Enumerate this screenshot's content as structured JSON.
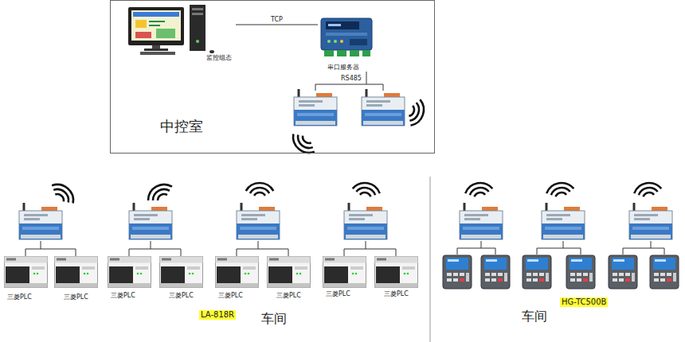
{
  "diagram": {
    "nodes": [
      {
        "text": [
          "中控室"
        ]
      },
      {
        "text": [
          "监控组态"
        ],
        "in": 0
      },
      {
        "text": [
          "串口服务器"
        ],
        "in": 0
      },
      {
        "text": [
          "三菱PLC"
        ]
      },
      {
        "text": [
          "三菱PLC"
        ]
      },
      {
        "text": [
          "三菱PLC"
        ]
      },
      {
        "text": [
          "三菱PLC"
        ]
      },
      {
        "text": [
          "三菱PLC"
        ]
      },
      {
        "text": [
          "三菱PLC"
        ]
      },
      {
        "text": [
          "三菱PLC"
        ]
      },
      {
        "text": [
          "三菱PLC"
        ]
      }
    ],
    "edges": [
      {
        "from": 1,
        "to": 2,
        "label": "TCP",
        "arrow": "none"
      }
    ],
    "labels": [
      "RS485",
      "LA-818R",
      "车间",
      "HG-TC500B",
      "车间"
    ]
  }
}
